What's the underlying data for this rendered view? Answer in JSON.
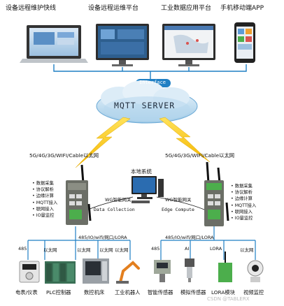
{
  "top_labels": [
    "设备远程维护快线",
    "设备远程运维平台",
    "工业数据应用平台",
    "手机移动端APP"
  ],
  "interface_label": "Interface",
  "cloud_label": "MQTT SERVER",
  "left_net_label": "5G/4G/3G/WIFI/Cable以太网",
  "right_net_label": "5G/4G/3G/WIFI/Cable以太网",
  "local_system_label": "本地系统",
  "left_gateway_link": "WG智能网关",
  "right_gateway_link": "WG智能网关",
  "left_mode": "Data Collection",
  "right_mode": "Edge Compute",
  "features_left": [
    "• 数据采集",
    "• 协议解析",
    "• 边缘计算",
    "• MQTT接入",
    "• 联网接入",
    "• IO量监控"
  ],
  "features_right": [
    "• 数据采集",
    "• 协议解析",
    "• 边缘计算",
    "• MQTT接入",
    "• 联网接入",
    "• IO量监控"
  ],
  "left_bus_label": "485/IO/wifi/网口/LORA",
  "right_bus_label": "485/IO/wifi/网口/LORA",
  "left_port_labels": [
    "485",
    "以太网",
    "以太网",
    "以太网",
    "以太网"
  ],
  "right_port_labels": [
    "485",
    "AI",
    "LORA",
    "以太网"
  ],
  "bottom_labels": [
    "电表/仪表",
    "PLC控制器",
    "数控机床",
    "工业机器人",
    "智能传感器",
    "模拟传感器",
    "LORA模块",
    "视频监控"
  ],
  "watermark": "CSDN @TABLERX"
}
